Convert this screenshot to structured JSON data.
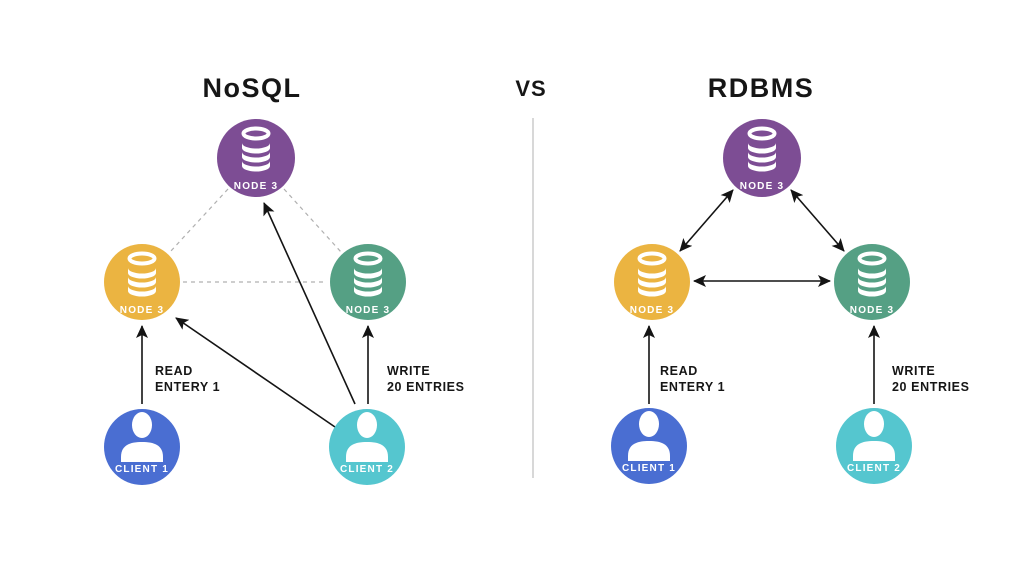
{
  "diagram": {
    "left_title": "NoSQL",
    "vs_label": "VS",
    "right_title": "RDBMS"
  },
  "colors": {
    "node_purple": "#7D4D94",
    "node_yellow": "#EBB441",
    "node_green": "#55A084",
    "client_blue": "#4A6ED2",
    "client_cyan": "#55C6CF",
    "arrow_black": "#141414",
    "dashed_gray": "#B0B0B0",
    "divider_gray": "#C8C8C8",
    "text_black": "#161616",
    "icon_white": "#FFFFFF"
  },
  "icons": {
    "node": "database-icon",
    "client": "person-icon"
  },
  "nosql": {
    "node_top_label": "NODE 3",
    "node_left_label": "NODE 3",
    "node_right_label": "NODE 3",
    "client1_label": "CLIENT 1",
    "client2_label": "CLIENT 2",
    "read_annotation_line1": "READ",
    "read_annotation_line2": "ENTERY 1",
    "write_annotation_line1": "WRITE",
    "write_annotation_line2": "20 ENTRIES"
  },
  "rdbms": {
    "node_top_label": "NODE 3",
    "node_left_label": "NODE 3",
    "node_right_label": "NODE 3",
    "client1_label": "CLIENT 1",
    "client2_label": "CLIENT 2",
    "read_annotation_line1": "READ",
    "read_annotation_line2": "ENTERY 1",
    "write_annotation_line1": "WRITE",
    "write_annotation_line2": "20 ENTRIES"
  }
}
